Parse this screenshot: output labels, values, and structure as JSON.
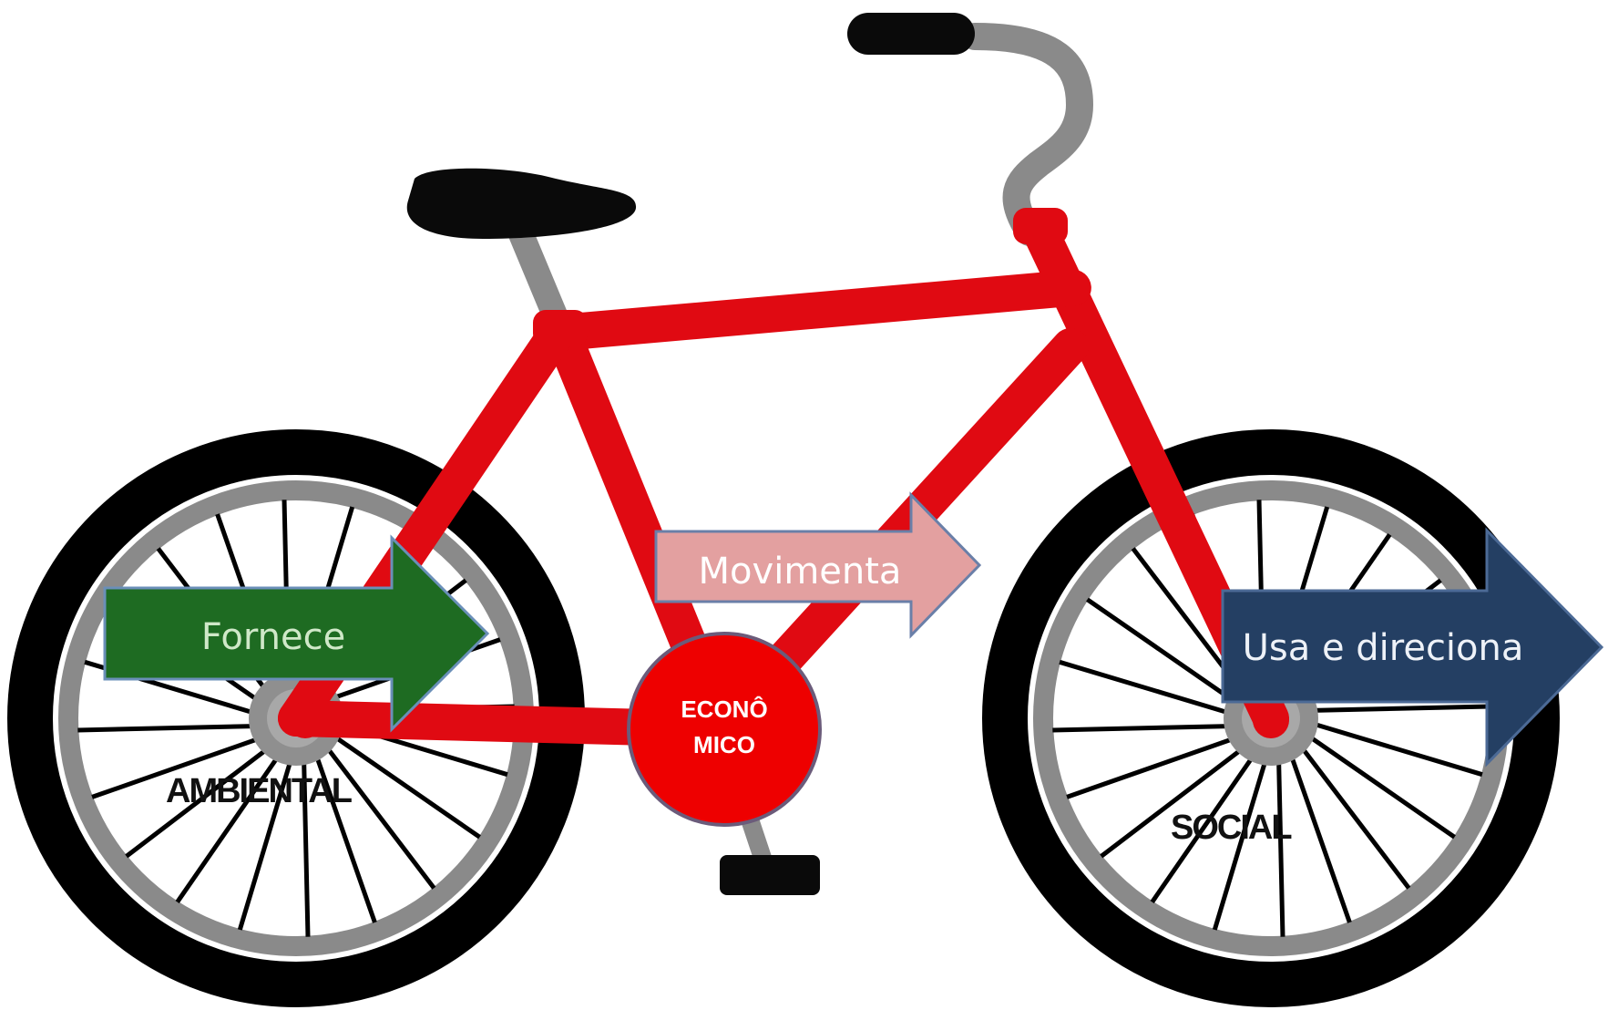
{
  "arrows": {
    "ambiental": {
      "label": "Fornece",
      "fill": "#1e6b22",
      "text_color": "#cfe8c8"
    },
    "economico": {
      "label": "Movimenta",
      "fill": "#e3a0a0",
      "text_color": "#ffffff"
    },
    "social": {
      "label": "Usa e direciona",
      "fill": "#243f63",
      "text_color": "#eef2f8"
    }
  },
  "wheels": {
    "rear_label": "AMBIENTAL",
    "front_label": "SOCIAL"
  },
  "hub": {
    "line1": "ECONÔ",
    "line2": "MICO",
    "fill": "#ee0000"
  },
  "colors": {
    "frame": "#e00a12",
    "tire": "#000000",
    "rim": "#8a8a8a",
    "seat": "#0a0a0a"
  }
}
